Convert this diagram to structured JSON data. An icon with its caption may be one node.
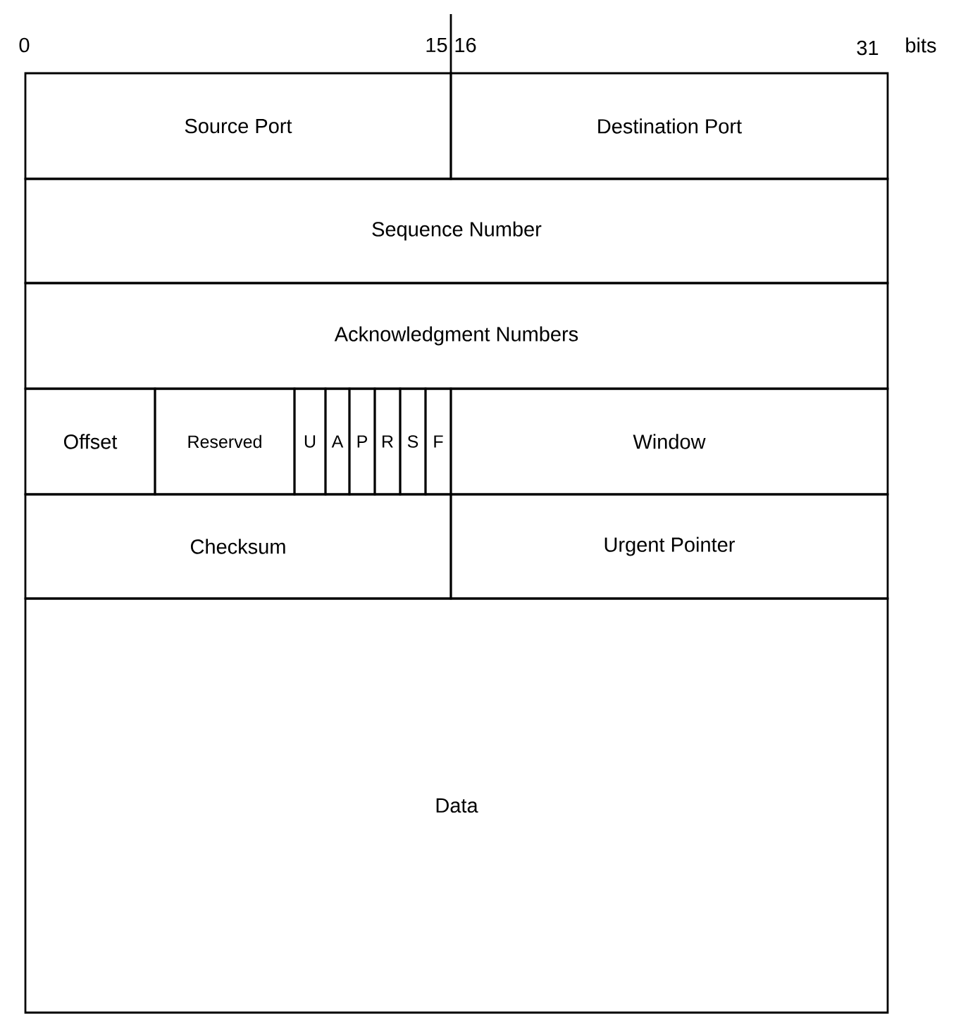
{
  "diagram": {
    "nodes": [
      {
        "text": [
          "Source Port"
        ]
      },
      {
        "text": [
          "Destination Port"
        ]
      },
      {
        "text": [
          "Sequence Number"
        ]
      },
      {
        "text": [
          "Acknowledgment Numbers"
        ]
      },
      {
        "text": [
          "Offset"
        ]
      },
      {
        "text": [
          "Reserved"
        ]
      },
      {
        "text": [
          "U"
        ]
      },
      {
        "text": [
          "A"
        ]
      },
      {
        "text": [
          "P"
        ]
      },
      {
        "text": [
          "R"
        ]
      },
      {
        "text": [
          "S"
        ]
      },
      {
        "text": [
          "F"
        ]
      },
      {
        "text": [
          "Window"
        ]
      },
      {
        "text": [
          "Checksum"
        ]
      },
      {
        "text": [
          "Urgent Pointer"
        ]
      },
      {
        "text": [
          "Data"
        ]
      }
    ],
    "labels": [
      "0",
      "15",
      "16",
      "31",
      "bits"
    ]
  }
}
